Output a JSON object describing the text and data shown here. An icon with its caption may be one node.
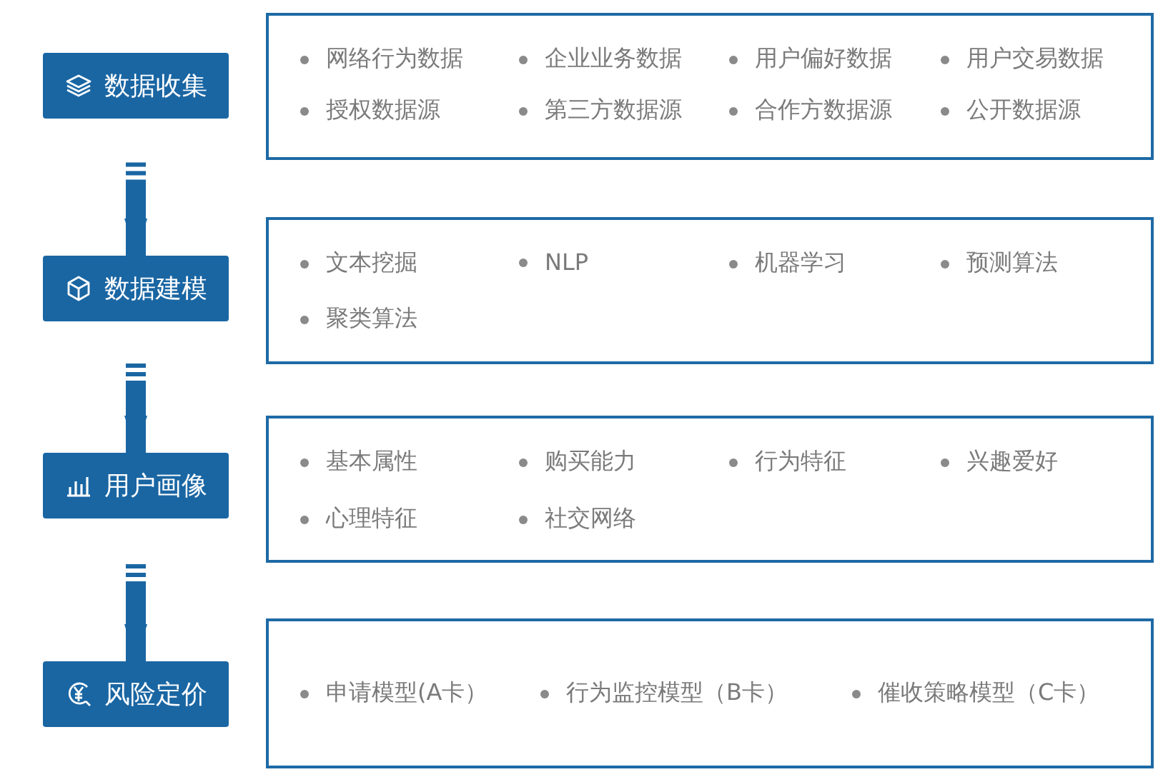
{
  "diagram": {
    "nodes": [
      {
        "text": [
          "数据收集"
        ]
      },
      {
        "text": [
          "网络行为数据",
          "企业业务数据",
          "用户偏好数据",
          "用户交易数据",
          "授权数据源",
          "第三方数据源",
          "合作方数据源",
          "公开数据源"
        ]
      },
      {
        "text": [
          "数据建模"
        ]
      },
      {
        "text": [
          "文本挖掘",
          "NLP",
          "机器学习",
          "预测算法",
          "聚类算法"
        ]
      },
      {
        "text": [
          "用户画像"
        ]
      },
      {
        "text": [
          "基本属性",
          "购买能力",
          "行为特征",
          "兴趣爱好",
          "心理特征",
          "社交网络"
        ]
      },
      {
        "text": [
          "风险定价"
        ]
      },
      {
        "text": [
          "申请模型(A卡）",
          "行为监控模型（B卡）",
          "催收策略模型（C卡）"
        ]
      }
    ],
    "edges": [
      {
        "from": 0,
        "to": 2,
        "arrow": "to"
      },
      {
        "from": 2,
        "to": 4,
        "arrow": "to"
      },
      {
        "from": 4,
        "to": 6,
        "arrow": "to"
      }
    ]
  }
}
